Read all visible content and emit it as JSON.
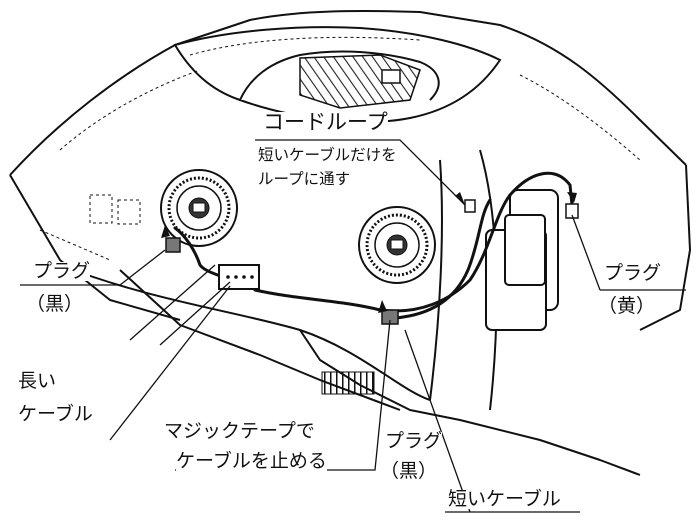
{
  "labels": {
    "cord_loop_title": "コードループ",
    "cord_loop_note_1": "短いケーブルだけを",
    "cord_loop_note_2": "ループに通す",
    "plug_black_left_1": "プラグ",
    "plug_black_left_2": "（黒）",
    "long_cable_1": "長い",
    "long_cable_2": "ケーブル",
    "velcro_1": "マジックテープで",
    "velcro_2": "ケーブルを止める",
    "plug_black_bottom_1": "プラグ",
    "plug_black_bottom_2": "（黒）",
    "short_cable": "短いケーブル",
    "plug_yellow_1": "プラグ",
    "plug_yellow_2": "（黄）"
  }
}
